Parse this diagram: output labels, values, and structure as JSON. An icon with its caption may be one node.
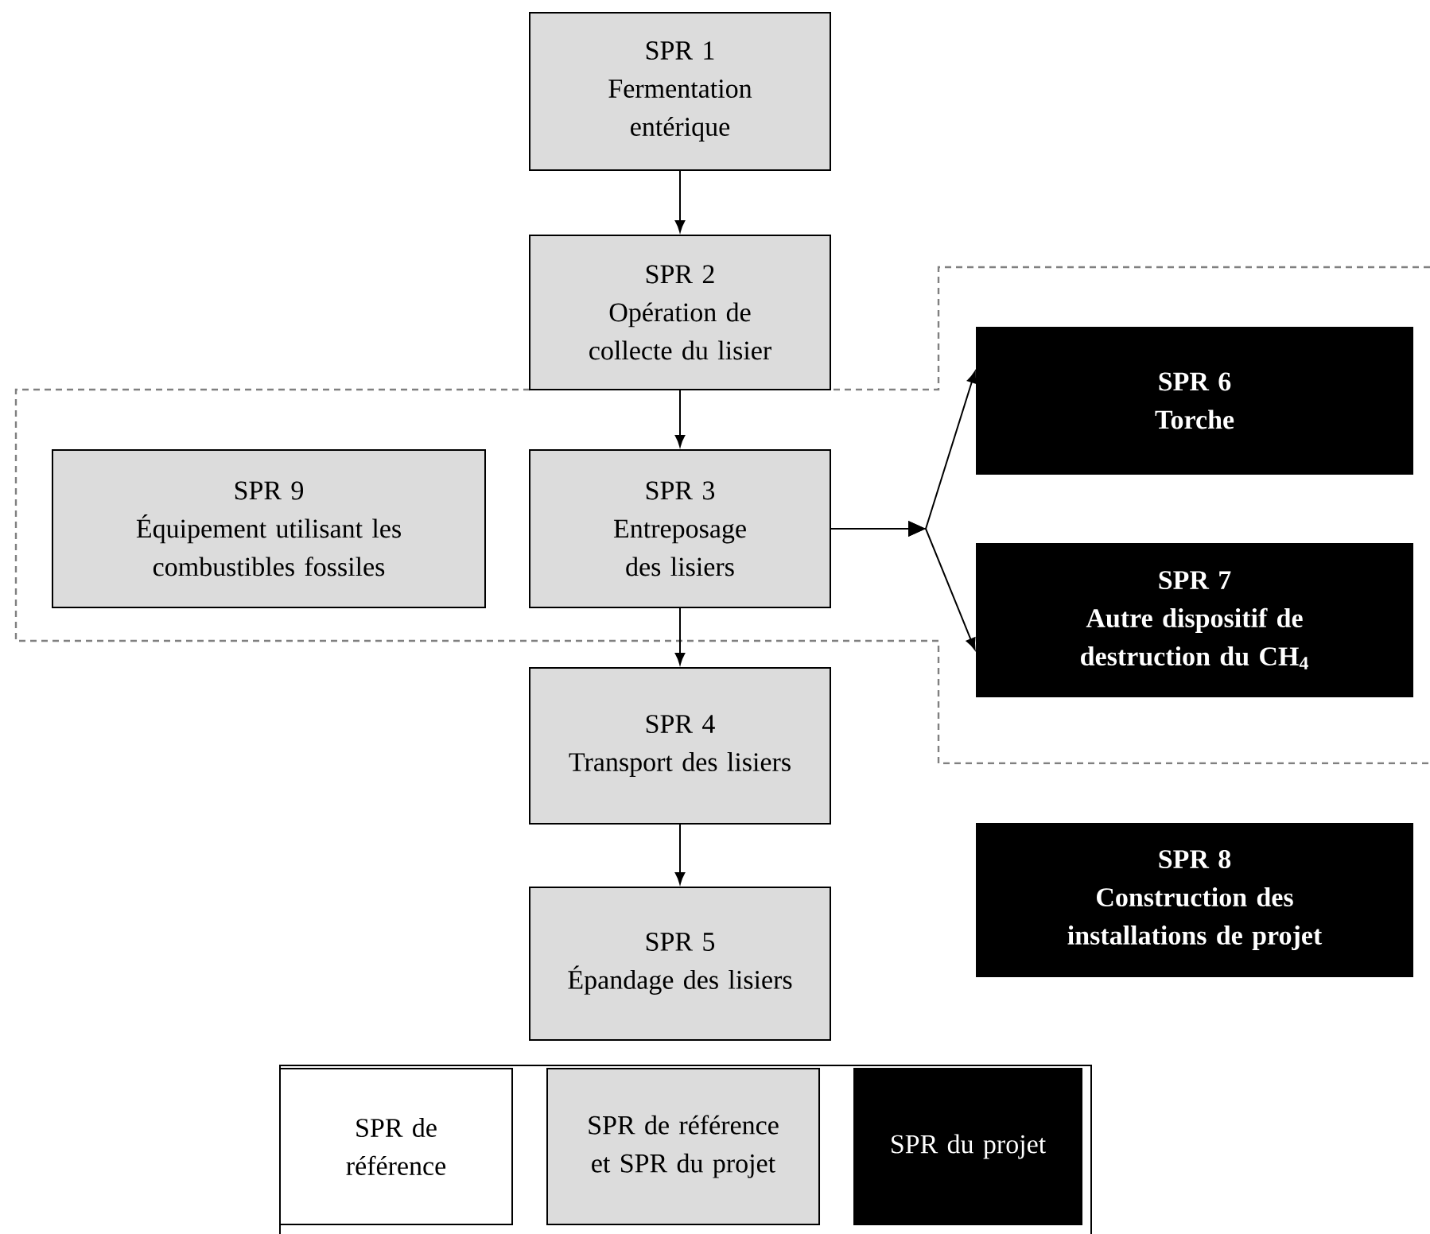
{
  "diagram": {
    "nodes": [
      {
        "text": [
          "SPR 1",
          "Fermentation entérique"
        ]
      },
      {
        "text": [
          "SPR 2",
          "Opération de collecte du lisier"
        ]
      },
      {
        "text": [
          "SPR 6",
          "Torche"
        ]
      },
      {
        "text": [
          "SPR 9",
          "Équipement utilisant les combustibles fossiles"
        ]
      },
      {
        "text": [
          "SPR 3",
          "Entreposage des lisiers"
        ]
      },
      {
        "text": [
          "SPR 7",
          "Autre dispositif de destruction du CH$_{4}$"
        ]
      },
      {
        "text": [
          "SPR 4",
          "Transport des lisiers"
        ]
      },
      {
        "text": [
          "SPR 8",
          "Construction des installations de projet"
        ]
      },
      {
        "text": [
          "SPR 5",
          "Épandage des lisiers"
        ]
      }
    ],
    "edges": [
      {
        "from": 0,
        "to": 1,
        "arrow": "to"
      },
      {
        "from": 1,
        "to": 4,
        "arrow": "to"
      },
      {
        "from": 4,
        "to": 2,
        "arrow": "to"
      },
      {
        "from": 4,
        "to": 5,
        "arrow": "to"
      },
      {
        "from": 4,
        "to": 6,
        "arrow": "to"
      },
      {
        "from": 6,
        "to": 8,
        "arrow": "to"
      }
    ],
    "legend": [
      {
        "text": "SPR de référence"
      },
      {
        "text": "SPR de référence et SPR du projet",
        "color": "#dcdcdc"
      },
      {
        "text": "SPR du projet",
        "color": "#000000"
      }
    ]
  }
}
